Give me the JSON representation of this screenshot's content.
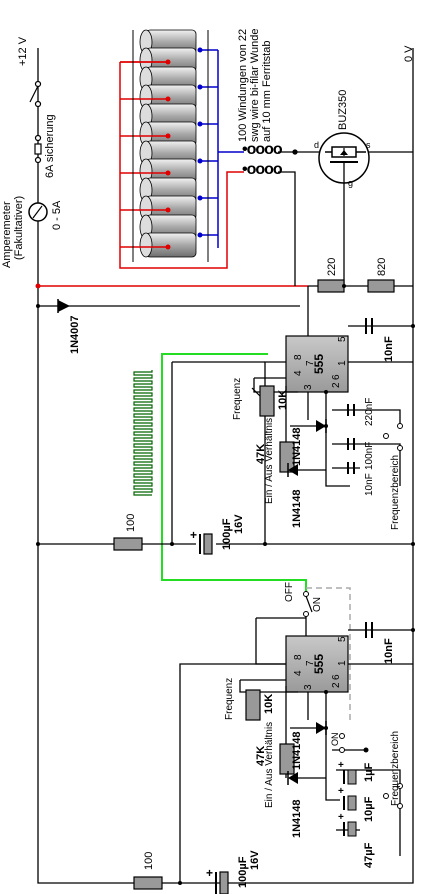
{
  "supply": {
    "positive": "+12 V",
    "ground": "0 V"
  },
  "meter": {
    "name": "Amperemeter",
    "note": "(Fakultativer)",
    "range": "0 - 5A"
  },
  "fuse": {
    "label": "6A sicherung"
  },
  "coil": {
    "line1": "100 Windungen von 22",
    "line2": "swg wire bi-filar Wunde",
    "line3": "auf 10 mm Ferritstab"
  },
  "mosfet": {
    "name": "BUZ350",
    "pins": {
      "d": "d",
      "s": "s",
      "g": "g"
    }
  },
  "diodes": {
    "main": "1N4007",
    "d1": "1N4148",
    "d2": "1N4148",
    "d3": "1N4148",
    "d4": "1N4148"
  },
  "resistors": {
    "gate1": "220",
    "gate2": "820",
    "feed_top": "100",
    "feed_bottom": "100"
  },
  "ic_top": {
    "label": "555",
    "pins": {
      "p4": "4",
      "p8": "8",
      "p7": "7",
      "p6": "6",
      "p2": "2",
      "p3": "3",
      "p1": "1",
      "p5": "5"
    },
    "cap5": "10nF",
    "pot_freq": "10K",
    "pot_freq_label": "Frequenz",
    "pot_ratio": "47K",
    "pot_ratio_label": "Ein / Aus Verhältnis",
    "caps_range": [
      "220nF",
      "100nF",
      "10nF"
    ],
    "range_label": "Frequenzbereich",
    "cap_supply_value": "100µF",
    "cap_supply_voltage": "16V"
  },
  "ic_bottom": {
    "label": "555",
    "pins": {
      "p4": "4",
      "p8": "8",
      "p7": "7",
      "p6": "6",
      "p2": "2",
      "p3": "3",
      "p1": "1",
      "p5": "5"
    },
    "cap5": "10nF",
    "pot_freq": "10K",
    "pot_freq_label": "Frequenz",
    "pot_ratio": "47K",
    "pot_ratio_label": "Ein / Aus Verhältnis",
    "caps_range": [
      "1µF",
      "10µF",
      "47µF"
    ],
    "range_label": "Frequenzbereich",
    "cap_supply_value": "100µF",
    "cap_supply_voltage": "16V",
    "switch_off": "OFF",
    "switch_on": "ON",
    "switch2_on": "ON"
  },
  "colors": {
    "red": "#e00000",
    "blue": "#0000cc",
    "green": "#22dd22",
    "darkgreen": "#006600",
    "gray": "#999999",
    "navy": "#000099"
  }
}
